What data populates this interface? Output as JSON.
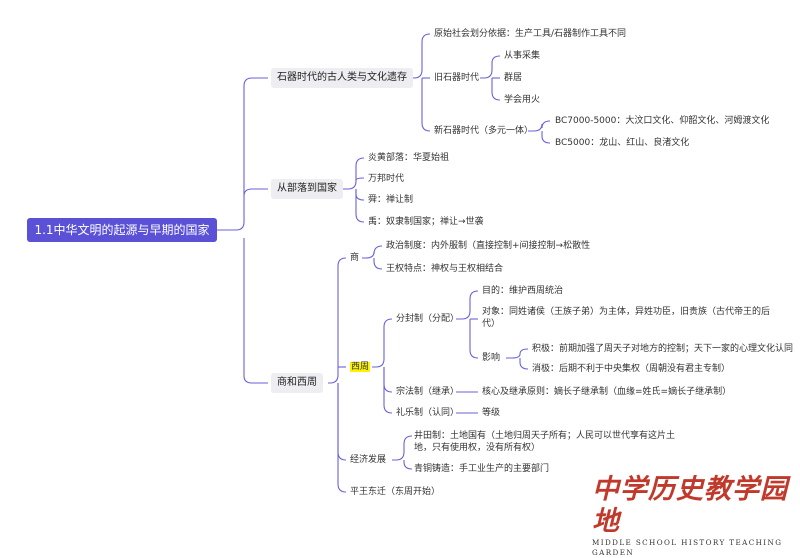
{
  "root": "1.1中华文明的起源与早期的国家",
  "stone_age": {
    "title": "石器时代的古人类与文化遗存",
    "basis": "原始社会划分依据：生产工具/石器制作工具不同",
    "old": {
      "title": "旧石器时代",
      "items": [
        "从事采集",
        "群居",
        "学会用火"
      ]
    },
    "new": {
      "title": "新石器时代（多元一体）",
      "items": [
        "BC7000-5000：大汶口文化、仰韶文化、河姆渡文化",
        "BC5000：龙山、红山、良渚文化"
      ]
    }
  },
  "tribe": {
    "title": "从部落到国家",
    "items": [
      "炎黄部落：华夏始祖",
      "万邦时代",
      "舜：禅让制",
      "禹：奴隶制国家；禅让→世袭"
    ]
  },
  "shang_zhou": {
    "title": "商和西周",
    "shang": {
      "title": "商",
      "items": [
        "政治制度：内外服制（直接控制+间接控制→松散性",
        "王权特点：神权与王权相结合"
      ]
    },
    "western_zhou": {
      "title": "西周",
      "fenfeng": {
        "title": "分封制（分配）",
        "purpose": "目的：维护西周统治",
        "target": "对象：同姓诸侯（王族子弟）为主体，异姓功臣，旧贵族（古代帝王的后代）",
        "influence": {
          "title": "影响",
          "positive": "积极：前期加强了周天子对地方的控制；天下一家的心理文化认同",
          "negative": "消极：后期不利于中央集权（周朝没有君主专制）"
        }
      },
      "zongfa": {
        "title": "宗法制（继承）",
        "core": "核心及继承原则：嫡长子继承制（血缘=姓氏=嫡长子继承制）"
      },
      "liyue": {
        "title": "礼乐制（认同）",
        "item": "等级"
      }
    },
    "economy": {
      "title": "经济发展",
      "jingtian": "井田制：土地国有（土地归周天子所有；人民可以世代享有这片土地，只有使用权，没有所有权）",
      "bronze": "青铜铸造：手工业生产的主要部门"
    },
    "migration": "平王东迁（东周开始）"
  },
  "logo": {
    "main": "中学历史教学园地",
    "sub": "MIDDLE SCHOOL HISTORY TEACHING GARDEN"
  },
  "colors": {
    "line": "#6a62d9",
    "root": "#5b51d6",
    "highlight": "#fff200",
    "logo": "#c0392b"
  }
}
